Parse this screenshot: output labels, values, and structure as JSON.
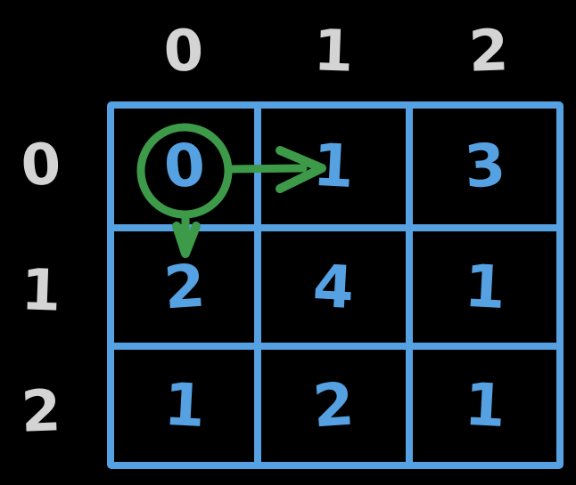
{
  "matrix": {
    "col_headers": [
      "0",
      "1",
      "2"
    ],
    "row_headers": [
      "0",
      "1",
      "2"
    ],
    "cells": [
      [
        "0",
        "1",
        "3"
      ],
      [
        "2",
        "4",
        "1"
      ],
      [
        "1",
        "2",
        "1"
      ]
    ]
  },
  "annotations": {
    "circle_target": "cell-0-0",
    "arrow_right": {
      "from": "cell-0-0",
      "to": "cell-0-1"
    },
    "arrow_down": {
      "from": "cell-0-0",
      "to": "cell-1-0"
    }
  },
  "colors": {
    "background": "#000000",
    "grid_blue": "#55a1e1",
    "value_blue": "#55a1e1",
    "header_gray": "#d4d4d4",
    "annotation_green": "#3d9a49"
  }
}
